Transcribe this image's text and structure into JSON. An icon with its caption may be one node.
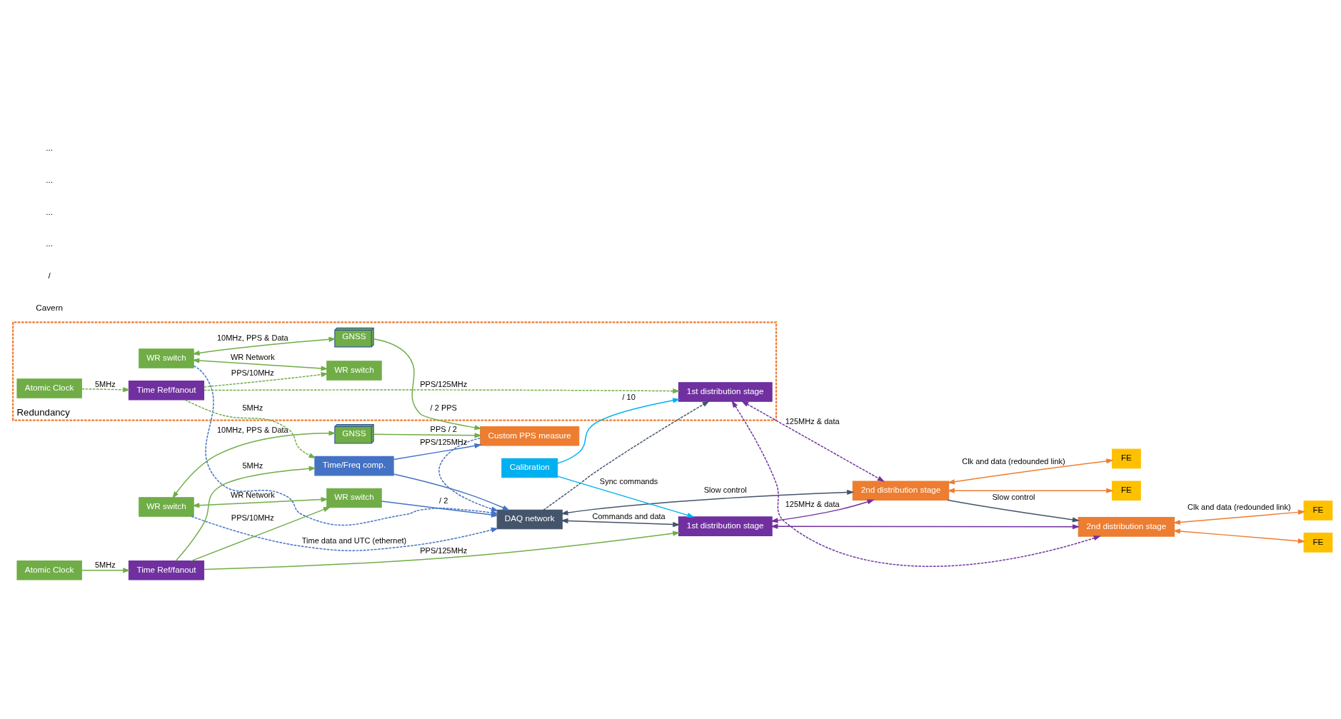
{
  "diagram": {
    "nodes": [
      {
        "text": [
          "WR switch"
        ]
      },
      {
        "text": [
          "WR switch"
        ]
      },
      {
        "text": [
          "GNSS"
        ]
      },
      {
        "text": [
          "Time Ref/fanout"
        ]
      },
      {
        "text": [
          "Atomic Clock"
        ]
      },
      {
        "text": [
          "Custom PPS measure"
        ]
      },
      {
        "text": [
          "Time/Freq comp."
        ]
      },
      {
        "text": [
          "DAQ network"
        ]
      },
      {
        "text": [
          "1st distribution stage"
        ]
      },
      {
        "text": [
          "Calibration"
        ]
      },
      {
        "text": [
          "2nd distribution stage"
        ]
      },
      {
        "text": [
          "2nd distribution stage"
        ]
      },
      {
        "text": [
          "FE"
        ]
      },
      {
        "text": [
          "FE"
        ]
      },
      {
        "text": [
          "FE"
        ]
      },
      {
        "text": [
          "FE"
        ]
      },
      {
        "text": [
          "Redundancy"
        ]
      },
      {
        "text": [
          "WR switch"
        ],
        "in": 16
      },
      {
        "text": [
          "WR switch"
        ],
        "in": 16
      },
      {
        "text": [
          "GNSS"
        ],
        "in": 16
      },
      {
        "text": [
          "Time Ref/fanout"
        ],
        "in": 16
      },
      {
        "text": [
          "Atomic Clock"
        ],
        "in": 16
      },
      {
        "text": [
          "1st distribution stage"
        ],
        "in": 16
      }
    ],
    "edges": [
      {
        "from": 0,
        "to": 1,
        "arrow": "both",
        "label": "WR Network"
      },
      {
        "from": 0,
        "to": 2,
        "arrow": "both",
        "label": "10MHz, PPS & Data"
      },
      {
        "from": 2,
        "to": 5,
        "arrow": "to",
        "label": "PPS / 2"
      },
      {
        "from": 3,
        "to": 1,
        "arrow": "to",
        "label": "PPS/10MHz"
      },
      {
        "from": 4,
        "to": 3,
        "arrow": "to",
        "label": "5MHz"
      },
      {
        "from": 3,
        "to": 8,
        "arrow": "to",
        "label": "PPS/125MHz"
      },
      {
        "from": 3,
        "to": 6,
        "arrow": "to",
        "label": "5MHz"
      },
      {
        "from": 6,
        "to": 5,
        "arrow": "to",
        "label": "PPS/125MHz",
        "color": "#4472c4"
      },
      {
        "from": 1,
        "to": 7,
        "arrow": "to",
        "label": "/ 2",
        "color": "#4472c4"
      },
      {
        "from": 0,
        "to": 7,
        "arrow": "to",
        "label": "Time data and UTC (ethernet)",
        "style": "dashed",
        "color": "#4472c4"
      },
      {
        "from": 5,
        "to": 7,
        "arrow": "to",
        "style": "dashed",
        "color": "#4472c4"
      },
      {
        "from": 17,
        "to": 7,
        "arrow": "to",
        "style": "dashed",
        "color": "#4472c4"
      },
      {
        "from": 6,
        "to": 7,
        "arrow": "to",
        "color": "#4472c4"
      },
      {
        "from": 7,
        "to": 8,
        "arrow": "both",
        "label": "Commands and data",
        "color": "#44546a"
      },
      {
        "from": 7,
        "to": 10,
        "arrow": "both",
        "label": "Slow control",
        "color": "#44546a"
      },
      {
        "from": 10,
        "to": 11,
        "arrow": "to",
        "label": "Slow control",
        "color": "#44546a"
      },
      {
        "from": 7,
        "to": 22,
        "arrow": "to",
        "style": "dashed",
        "color": "#44546a"
      },
      {
        "from": 9,
        "to": 8,
        "arrow": "to",
        "label": "Sync commands",
        "color": "#00b0f0"
      },
      {
        "from": 9,
        "to": 22,
        "arrow": "to",
        "label": "/ 10",
        "color": "#00b0f0"
      },
      {
        "from": 8,
        "to": 10,
        "arrow": "both",
        "label": "125MHz & data",
        "color": "#7030a0"
      },
      {
        "from": 8,
        "to": 11,
        "arrow": "both",
        "color": "#7030a0"
      },
      {
        "from": 22,
        "to": 10,
        "arrow": "both",
        "label": "125MHz & data",
        "style": "dashed",
        "color": "#7030a0"
      },
      {
        "from": 22,
        "to": 11,
        "arrow": "both",
        "style": "dashed",
        "color": "#7030a0"
      },
      {
        "from": 10,
        "to": 12,
        "arrow": "both",
        "label": "Clk and data (redounded link)",
        "color": "#ed7d31"
      },
      {
        "from": 10,
        "to": 13,
        "arrow": "both",
        "color": "#ed7d31"
      },
      {
        "from": 11,
        "to": 14,
        "arrow": "both",
        "label": "Clk and data (redounded link)",
        "color": "#ed7d31"
      },
      {
        "from": 11,
        "to": 15,
        "arrow": "both",
        "color": "#ed7d31"
      },
      {
        "from": 17,
        "to": 18,
        "arrow": "both",
        "label": "WR Network"
      },
      {
        "from": 17,
        "to": 19,
        "arrow": "both",
        "label": "10MHz, PPS & Data"
      },
      {
        "from": 19,
        "to": 5,
        "arrow": "to",
        "label": "/ 2 PPS"
      },
      {
        "from": 20,
        "to": 18,
        "arrow": "to",
        "label": "PPS/10MHz",
        "style": "dashed"
      },
      {
        "from": 21,
        "to": 20,
        "arrow": "to",
        "label": "5MHz",
        "style": "dashed"
      },
      {
        "from": 20,
        "to": 22,
        "arrow": "to",
        "label": "PPS/125MHz",
        "style": "dashed"
      },
      {
        "from": 20,
        "to": 6,
        "arrow": "to",
        "label": "5MHz",
        "style": "dashed"
      }
    ],
    "labels": [
      "Cavern",
      "/",
      "...",
      "...",
      "...",
      "..."
    ]
  }
}
